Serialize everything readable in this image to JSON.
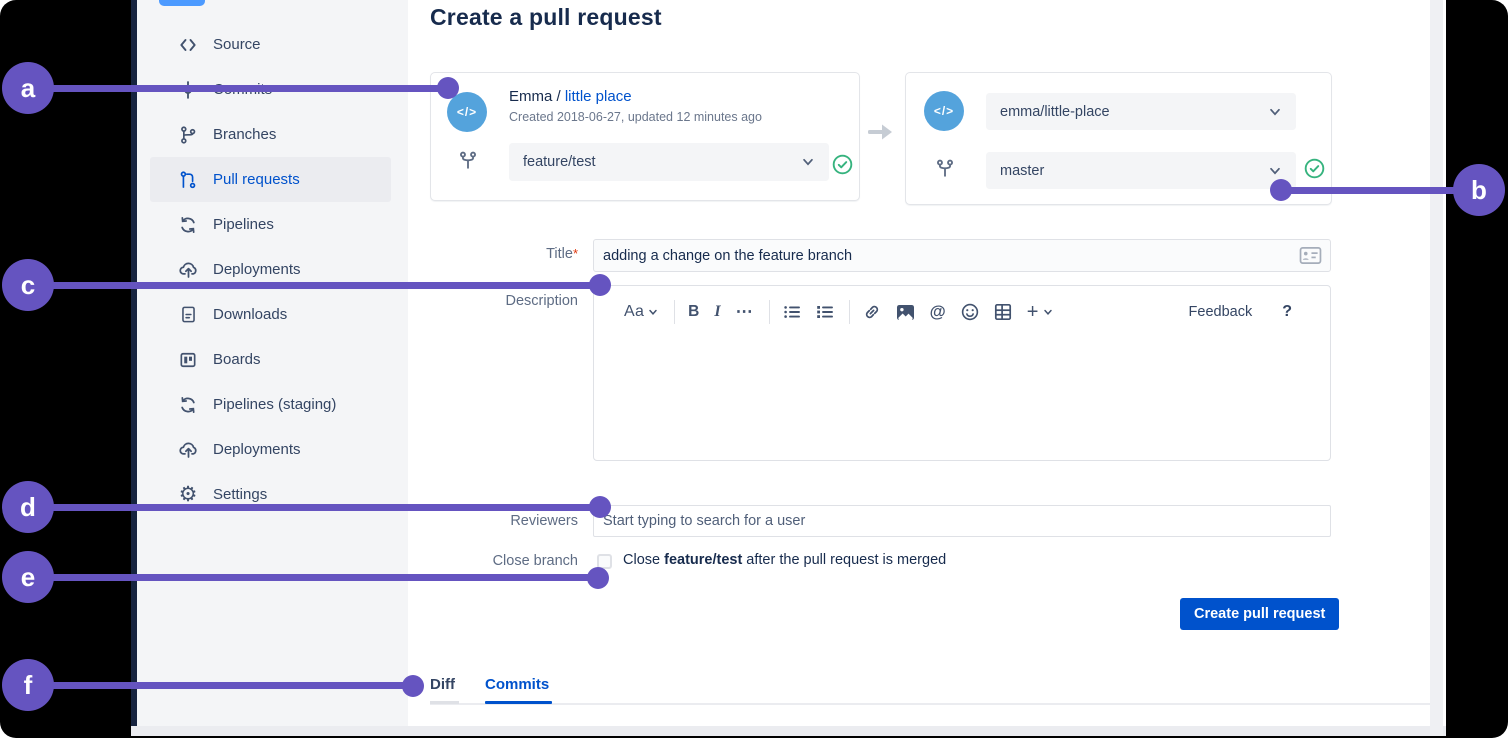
{
  "page": {
    "title": "Create a pull request"
  },
  "sidebar": {
    "items": [
      {
        "label": "Source",
        "icon": "code-icon",
        "active": false
      },
      {
        "label": "Commits",
        "icon": "commit-icon",
        "active": false
      },
      {
        "label": "Branches",
        "icon": "branch-icon",
        "active": false
      },
      {
        "label": "Pull requests",
        "icon": "pull-request-icon",
        "active": true
      },
      {
        "label": "Pipelines",
        "icon": "pipelines-icon",
        "active": false
      },
      {
        "label": "Deployments",
        "icon": "deployments-icon",
        "active": false
      },
      {
        "label": "Downloads",
        "icon": "downloads-icon",
        "active": false
      },
      {
        "label": "Boards",
        "icon": "boards-icon",
        "active": false
      },
      {
        "label": "Pipelines (staging)",
        "icon": "pipelines-icon",
        "active": false
      },
      {
        "label": "Deployments",
        "icon": "deployments-icon",
        "active": false
      },
      {
        "label": "Settings",
        "icon": "settings-icon",
        "active": false
      }
    ]
  },
  "source_card": {
    "owner": "Emma / ",
    "repo_link": "little place",
    "meta": "Created 2018-06-27, updated 12 minutes ago",
    "branch_value": "feature/test",
    "avatar_glyph": "</>"
  },
  "destination_card": {
    "repo_value": "emma/little-place",
    "branch_value": "master",
    "avatar_glyph": "</>"
  },
  "form": {
    "title": {
      "label": "Title",
      "required_mark": "*",
      "value": "adding a change on the feature branch"
    },
    "description": {
      "label": "Description"
    },
    "reviewers": {
      "label": "Reviewers",
      "placeholder": "Start typing to search for a user"
    },
    "close_branch": {
      "label": "Close branch",
      "text_prefix": "Close ",
      "branch": "feature/test",
      "text_suffix": " after the pull request is merged",
      "checked": false
    },
    "submit_label": "Create pull request"
  },
  "editor": {
    "toolbar": {
      "text_style_label": "Aa",
      "bold_label": "B",
      "italic_label": "I",
      "more_label": "⋯",
      "mention_label": "@",
      "plus_label": "+",
      "feedback_label": "Feedback",
      "help_label": "?"
    }
  },
  "tabs": {
    "items": [
      {
        "label": "Diff",
        "active": false
      },
      {
        "label": "Commits",
        "active": true
      }
    ]
  },
  "annotations": {
    "accent_color": "#6554C0",
    "markers": [
      {
        "letter": "a"
      },
      {
        "letter": "b"
      },
      {
        "letter": "c"
      },
      {
        "letter": "d"
      },
      {
        "letter": "e"
      },
      {
        "letter": "f"
      }
    ]
  },
  "colors": {
    "link_blue": "#0052CC",
    "button_blue": "#0052CC",
    "success_green": "#36B37E",
    "avatar_blue": "#54A3DC",
    "annotation_purple": "#6554C0",
    "sidebar_bg": "#F4F5F7"
  }
}
